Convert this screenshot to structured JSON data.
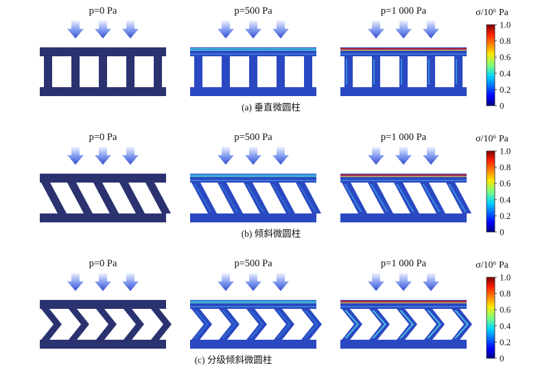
{
  "sections": [
    {
      "caption": "(a)  垂直微圆柱",
      "type": "vertical",
      "panels": [
        {
          "label": "p=0 Pa",
          "stress": 0
        },
        {
          "label": "p=500 Pa",
          "stress": 1
        },
        {
          "label": "p=1 000 Pa",
          "stress": 2
        }
      ]
    },
    {
      "caption": "(b)  倾斜微圆柱",
      "type": "inclined",
      "panels": [
        {
          "label": "p=0 Pa",
          "stress": 0
        },
        {
          "label": "p=500 Pa",
          "stress": 1
        },
        {
          "label": "p=1 000 Pa",
          "stress": 2
        }
      ]
    },
    {
      "caption": "(c)  分级倾斜微圆柱",
      "type": "graded",
      "panels": [
        {
          "label": "p=0 Pa",
          "stress": 0
        },
        {
          "label": "p=500 Pa",
          "stress": 1
        },
        {
          "label": "p=1 000 Pa",
          "stress": 2
        }
      ]
    }
  ],
  "colorbar": {
    "title": "σ/10⁶ Pa",
    "ticks": [
      "1.0",
      "0.8",
      "0.6",
      "0.4",
      "0.2",
      "0"
    ]
  },
  "colors": {
    "base": "#2b3270",
    "mid": "#2a48c2",
    "arrow_light": "#dfe6ff",
    "arrow_dark": "#3a56d0"
  }
}
